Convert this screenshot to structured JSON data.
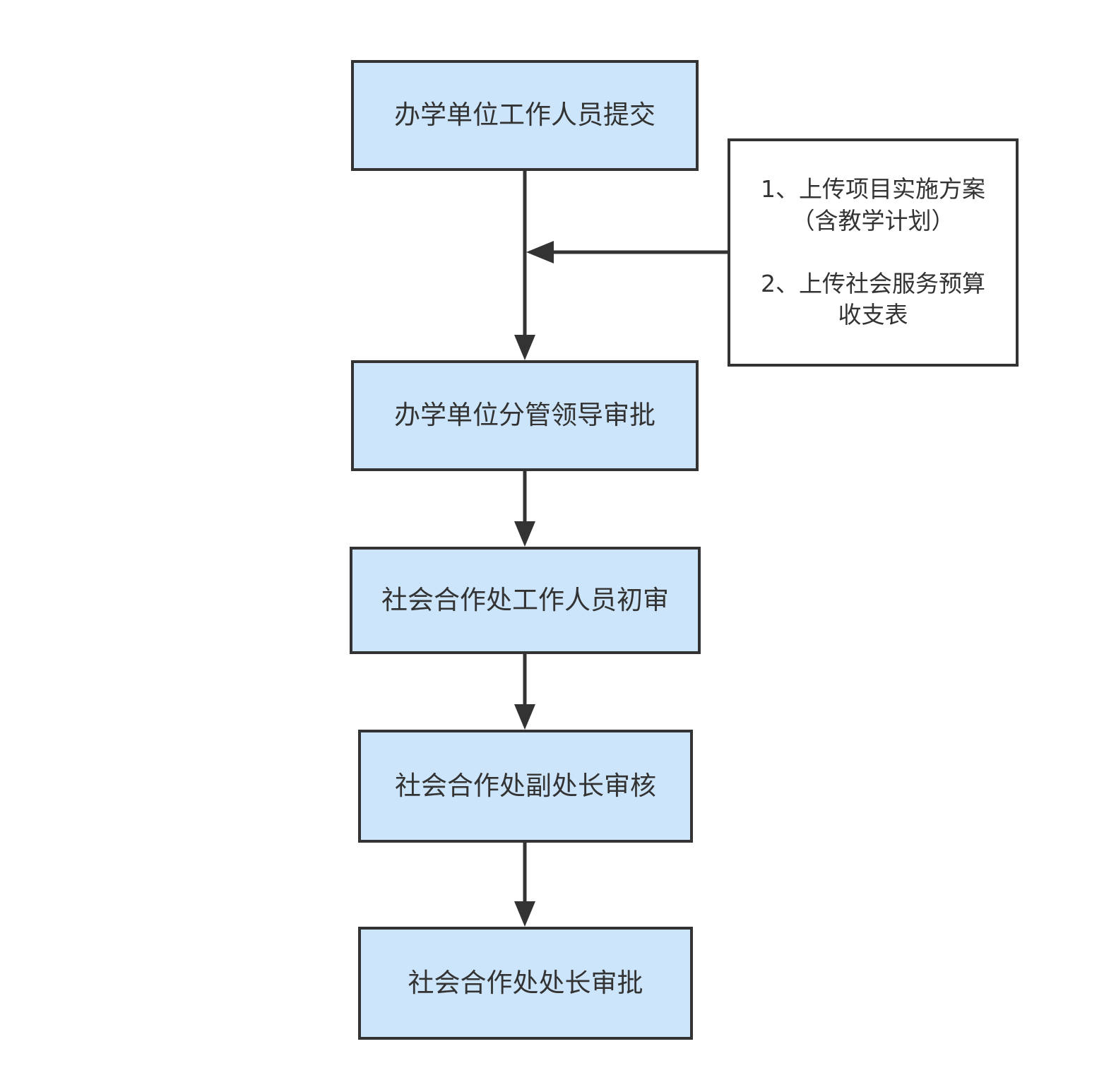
{
  "colors": {
    "step_fill": "#cce5fb",
    "border": "#333333",
    "text": "#333333",
    "background": "#ffffff"
  },
  "steps": [
    {
      "label": "办学单位工作人员提交"
    },
    {
      "label": "办学单位分管领导审批"
    },
    {
      "label": "社会合作处工作人员初审"
    },
    {
      "label": "社会合作处副处长审核"
    },
    {
      "label": "社会合作处处长审批"
    }
  ],
  "note": {
    "item1_line1": "1、上传项目实施方案",
    "item1_line2": "（含教学计划）",
    "item2_line1": "2、上传社会服务预算",
    "item2_line2": "收支表"
  }
}
